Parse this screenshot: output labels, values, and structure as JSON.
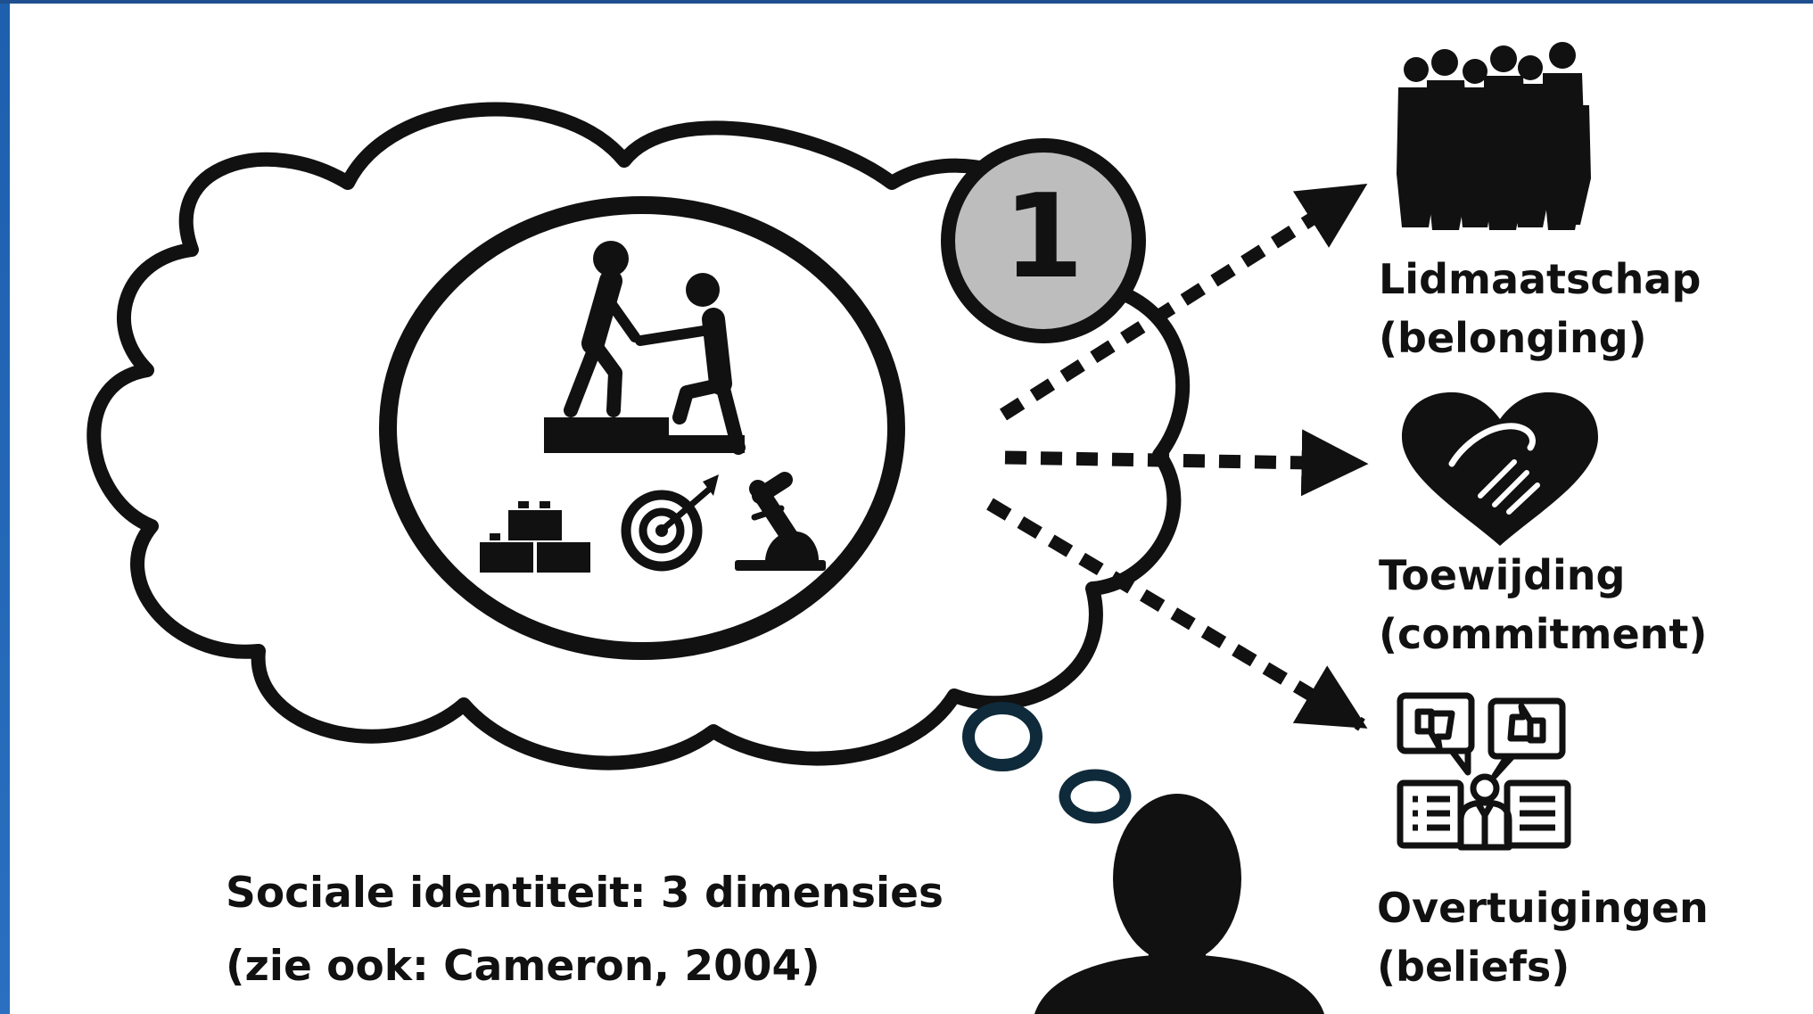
{
  "marker": {
    "number": "1"
  },
  "dimensions": [
    {
      "id": "membership",
      "title": "Lidmaatschap",
      "subtitle": "(belonging)",
      "icon": "people-group-icon"
    },
    {
      "id": "commitment",
      "title": "Toewijding",
      "subtitle": "(commitment)",
      "icon": "heart-handshake-icon"
    },
    {
      "id": "beliefs",
      "title": "Overtuigingen",
      "subtitle": "(beliefs)",
      "icon": "opinions-feedback-icon"
    }
  ],
  "caption": {
    "line1": "Sociale identiteit: 3 dimensies",
    "line2": "(zie ook: Cameron, 2004)"
  },
  "colors": {
    "ink": "#111111",
    "marker_fill": "#bdbdbd",
    "bubble_stroke": "#0f2a3a",
    "frame_blue": "#2a6fc0"
  }
}
